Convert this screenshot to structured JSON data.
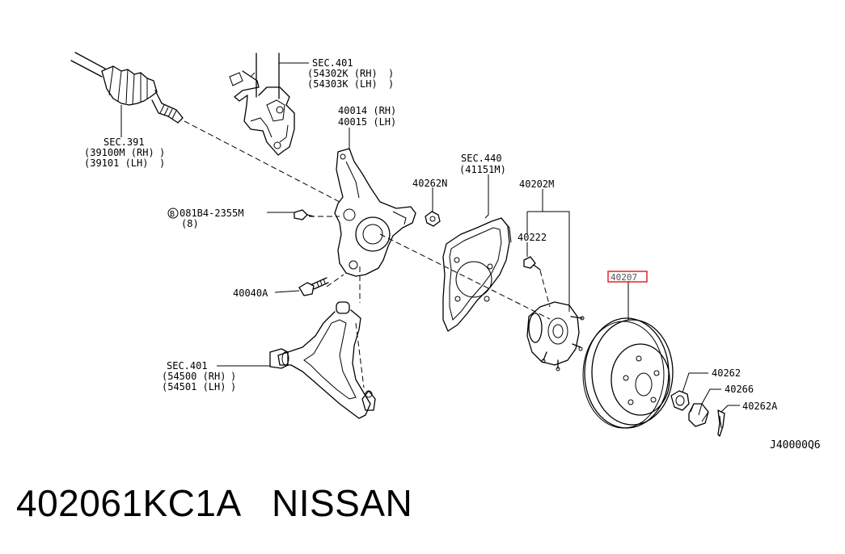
{
  "caption": {
    "part_number": "402061KC1A",
    "brand": "NISSAN"
  },
  "diagram_code": "J40000Q6",
  "highlight_color": "#e8202a",
  "callouts": {
    "drive_shaft": {
      "l1": "SEC.391",
      "l2": "(39100M (RH)",
      "l3": "(39101  (LH)"
    },
    "strut": {
      "l1": "SEC.401",
      "l2": "(54302K (RH)",
      "l3": "(54303K (LH)"
    },
    "knuckle": {
      "l1": "40014 (RH)",
      "l2": "40015 (LH)"
    },
    "bolt": {
      "marker": "B",
      "l1": "081B4-2355M",
      "l2": "(8)"
    },
    "nut": "40262N",
    "backing_plate": {
      "l1": "SEC.440",
      "l2": "(41151M)"
    },
    "hub_assembly": "40202M",
    "hub_bolt": "40222",
    "knuckle_bolt": "40040A",
    "rotor": "40207",
    "lower_arm": {
      "l1": "SEC.401",
      "l2": "(54500 (RH)",
      "l3": "(54501 (LH)"
    },
    "hub_nut": "40262",
    "nut_cap": "40266",
    "cotter_pin": "40262A"
  }
}
